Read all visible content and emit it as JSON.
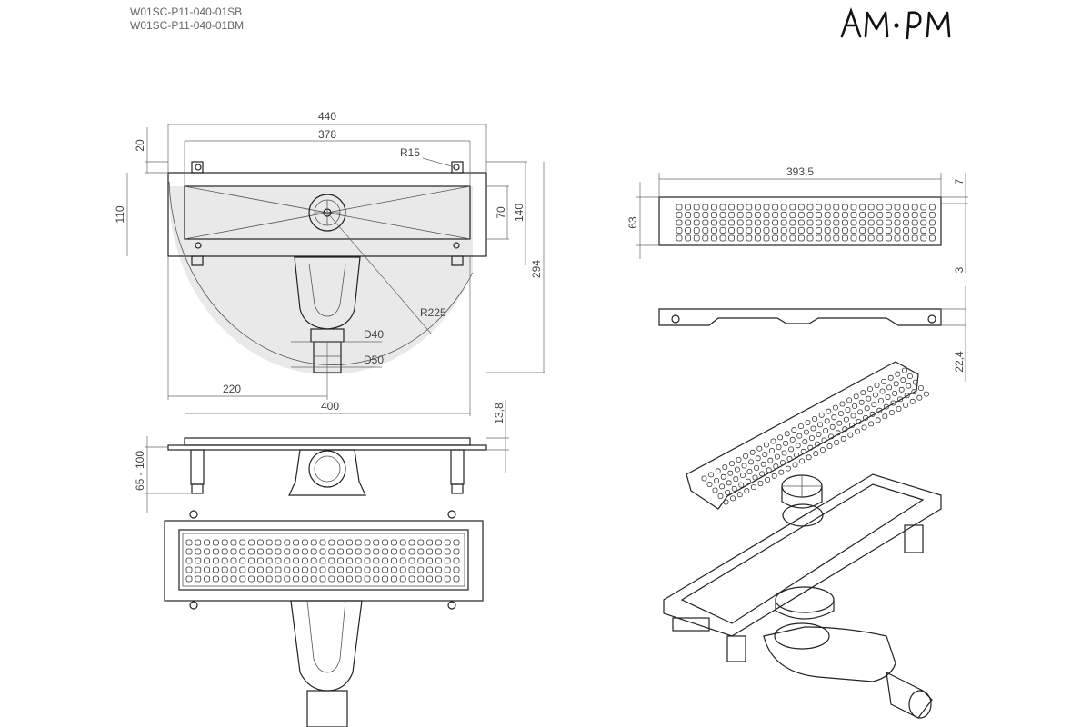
{
  "header": {
    "model_codes": [
      "W01SC-P11-040-01SB",
      "W01SC-P11-040-01BM"
    ],
    "brand_logo": "AM·PM"
  },
  "top_view": {
    "dims": {
      "overall_length": "440",
      "inner_length": "378",
      "corner_radius": "R15",
      "flange_height": "20",
      "body_width": "110",
      "channel_width": "70",
      "total_width": "140",
      "total_depth": "294",
      "sweep_radius": "R225",
      "outlet_inner": "D40",
      "outlet_outer": "D50",
      "outlet_offset": "220",
      "base_length": "400"
    }
  },
  "side_view": {
    "dims": {
      "height_range": "65 - 100",
      "flange_thickness": "13,8"
    }
  },
  "grate_view": {
    "dims": {
      "grate_length": "393,5",
      "grate_width": "63",
      "top_margin": "7",
      "bottom_margin": "3",
      "grate_height": "22,4"
    }
  },
  "icons": [
    "brand-logo-icon",
    "outlet-icon",
    "drain-grate-icon"
  ]
}
